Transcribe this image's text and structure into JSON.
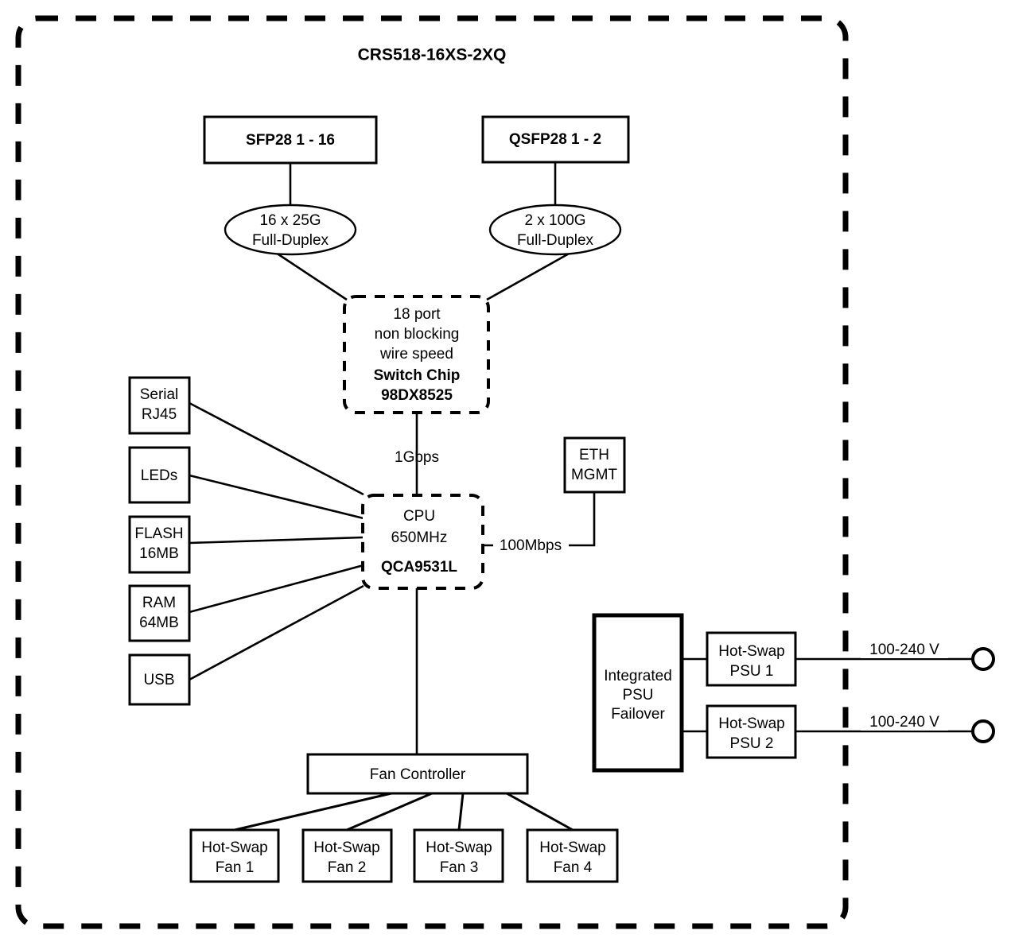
{
  "diagram": {
    "title": "CRS518-16XS-2XQ",
    "type": "block-diagram",
    "outer_frame": {
      "style": "dashed-rounded",
      "color": "#000000"
    },
    "nodes": {
      "sfp28": {
        "label": "SFP28 1 - 16",
        "shape": "rect",
        "emphasis": "bold"
      },
      "qsfp28": {
        "label": "QSFP28 1 - 2",
        "shape": "rect",
        "emphasis": "bold"
      },
      "sfp_speed": {
        "line1": "16 x 25G",
        "line2": "Full-Duplex",
        "shape": "ellipse"
      },
      "qsfp_speed": {
        "line1": "2 x 100G",
        "line2": "Full-Duplex",
        "shape": "ellipse"
      },
      "switch_chip": {
        "line1": "18 port",
        "line2": "non blocking",
        "line3": "wire speed",
        "line4": "Switch Chip",
        "line5": "98DX8525",
        "shape": "rect-dashed"
      },
      "cpu": {
        "line1": "CPU",
        "line2": "650MHz",
        "line3": "QCA9531L",
        "shape": "rect-dashed"
      },
      "serial": {
        "line1": "Serial",
        "line2": "RJ45",
        "shape": "rect"
      },
      "leds": {
        "line1": "LEDs",
        "shape": "rect"
      },
      "flash": {
        "line1": "FLASH",
        "line2": "16MB",
        "shape": "rect"
      },
      "ram": {
        "line1": "RAM",
        "line2": "64MB",
        "shape": "rect"
      },
      "usb": {
        "line1": "USB",
        "shape": "rect"
      },
      "eth_mgmt": {
        "line1": "ETH",
        "line2": "MGMT",
        "shape": "rect"
      },
      "psu_failover": {
        "line1": "Integrated",
        "line2": "PSU",
        "line3": "Failover",
        "shape": "rect-thick"
      },
      "psu1": {
        "line1": "Hot-Swap",
        "line2": "PSU 1",
        "shape": "rect"
      },
      "psu2": {
        "line1": "Hot-Swap",
        "line2": "PSU 2",
        "shape": "rect"
      },
      "fan_controller": {
        "label": "Fan Controller",
        "shape": "rect"
      },
      "fan1": {
        "line1": "Hot-Swap",
        "line2": "Fan 1",
        "shape": "rect"
      },
      "fan2": {
        "line1": "Hot-Swap",
        "line2": "Fan 2",
        "shape": "rect"
      },
      "fan3": {
        "line1": "Hot-Swap",
        "line2": "Fan 3",
        "shape": "rect"
      },
      "fan4": {
        "line1": "Hot-Swap",
        "line2": "Fan 4",
        "shape": "rect"
      }
    },
    "edge_labels": {
      "switch_to_cpu": "1Gbps",
      "cpu_to_eth": "100Mbps",
      "psu1_mains": "100-240 V",
      "psu2_mains": "100-240 V"
    }
  }
}
